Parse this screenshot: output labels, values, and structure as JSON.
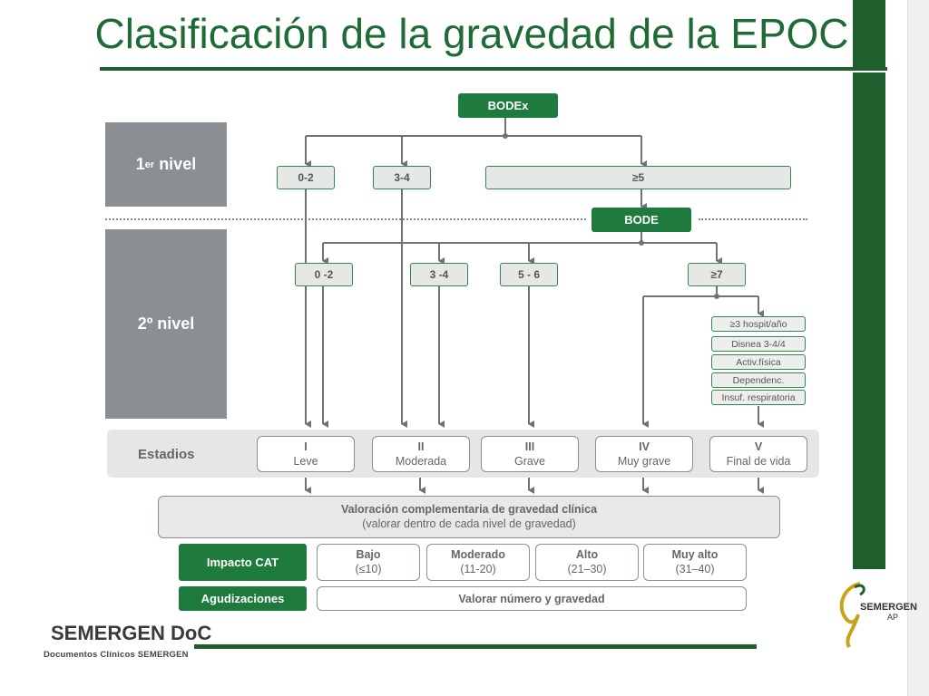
{
  "title": "Clasificación de la gravedad de la EPOC",
  "levels": {
    "first_main": "1",
    "first_sup": "er",
    "first_rest": " nivel",
    "second": "2º nivel"
  },
  "bodex": {
    "label": "BODEx",
    "ranges": [
      "0-2",
      "3-4",
      "≥5"
    ]
  },
  "bode": {
    "label": "BODE",
    "ranges": [
      "0 -2",
      "3 -4",
      "5 - 6",
      "≥7"
    ]
  },
  "criteria": [
    "≥3 hospit/año",
    "Disnea 3-4/4",
    "Activ.física",
    "Dependenc.",
    "Insuf. respiratoria"
  ],
  "stages_label": "Estadios",
  "stages": [
    {
      "numeral": "I",
      "name": "Leve"
    },
    {
      "numeral": "II",
      "name": "Moderada"
    },
    {
      "numeral": "III",
      "name": "Grave"
    },
    {
      "numeral": "IV",
      "name": "Muy grave"
    },
    {
      "numeral": "V",
      "name": "Final de vida"
    }
  ],
  "valoracion": {
    "line1": "Valoración complementaria de gravedad clínica",
    "line2": "(valorar dentro de cada nivel de gravedad)"
  },
  "cat": {
    "label": "Impacto CAT",
    "levels": [
      {
        "name": "Bajo",
        "range": "(≤10)"
      },
      {
        "name": "Moderado",
        "range": "(11-20)"
      },
      {
        "name": "Alto",
        "range": "(21–30)"
      },
      {
        "name": "Muy alto",
        "range": "(31–40)"
      }
    ]
  },
  "agudizaciones": {
    "label": "Agudizaciones",
    "value": "Valorar número y gravedad"
  },
  "footer": {
    "brand": "SEMERGEN DoC",
    "subtitle": "Documentos Clínicos SEMERGEN",
    "logo_text": "SEMERGEN",
    "logo_sub": "AP"
  },
  "colors": {
    "green": "#1f7a3d",
    "dark_green": "#1f5e2d",
    "gray": "#8a8f93"
  }
}
